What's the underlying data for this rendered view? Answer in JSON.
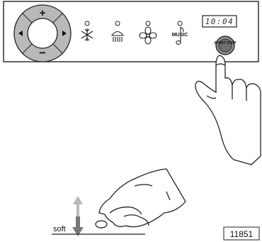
{
  "panel": {
    "display_time": "10:04",
    "plus_symbol": "+",
    "minus_symbol": "−",
    "music_label": "MUSIC",
    "start_button_label": "START STOP"
  },
  "annotation": {
    "soft_label": "soft",
    "figure_number": "11851"
  },
  "icons": [
    "dpad-left-arrow",
    "dpad-right-arrow",
    "snowflake-icon",
    "shower-icon",
    "fan-icon",
    "music-note-icon",
    "hand-pressing-icon",
    "hand-pressing-soft-icon",
    "up-down-arrow-icon"
  ],
  "colors": {
    "dpad_gray": "#b9b9b9",
    "button_gray": "#8c8c8c",
    "line": "#222222"
  }
}
